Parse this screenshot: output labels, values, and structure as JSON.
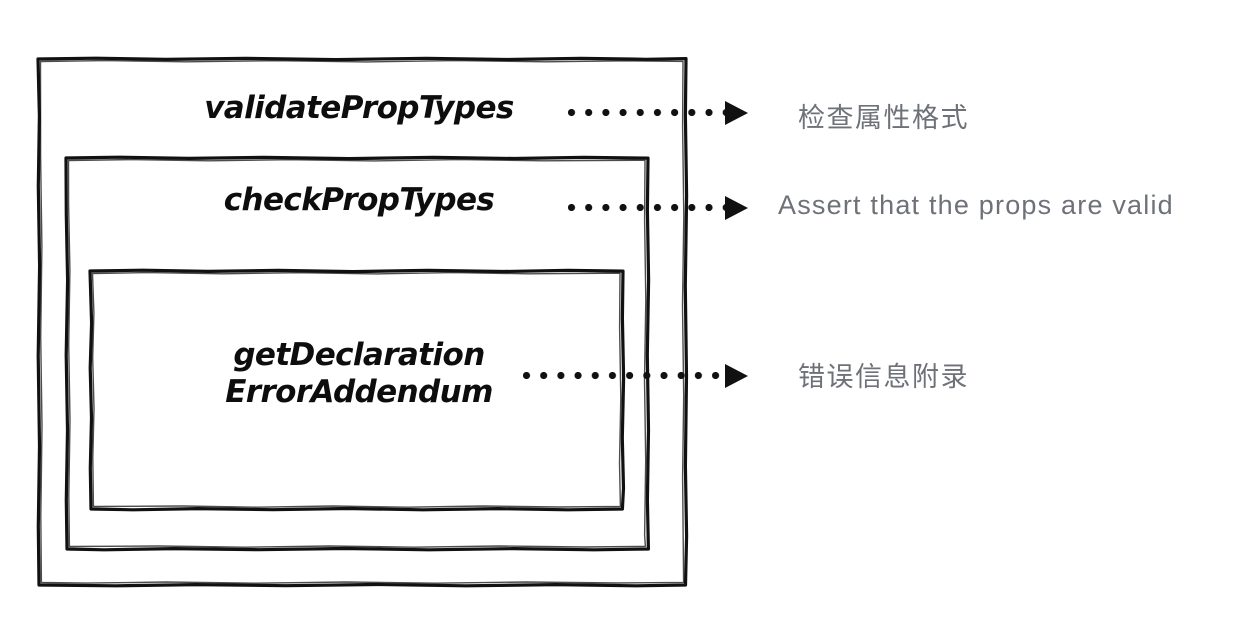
{
  "diagram": {
    "type": "nested-boxes-with-callouts",
    "background_color": "#ffffff",
    "box_stroke_color": "#111111",
    "box_style": "hand-drawn-sketch",
    "label_color": "#0d0d0d",
    "annotation_color": "#6e7278",
    "boxes": [
      {
        "id": "outer",
        "label": "validatePropTypes",
        "annotation": "检查属性格式",
        "leader": "dotted-arrow"
      },
      {
        "id": "middle",
        "label": "checkPropTypes",
        "annotation": "Assert that the props are valid",
        "leader": "dotted-arrow"
      },
      {
        "id": "inner",
        "label_line1": "getDeclaration",
        "label_line2": "ErrorAddendum",
        "annotation": "错误信息附录",
        "leader": "dotted-arrow"
      }
    ]
  }
}
